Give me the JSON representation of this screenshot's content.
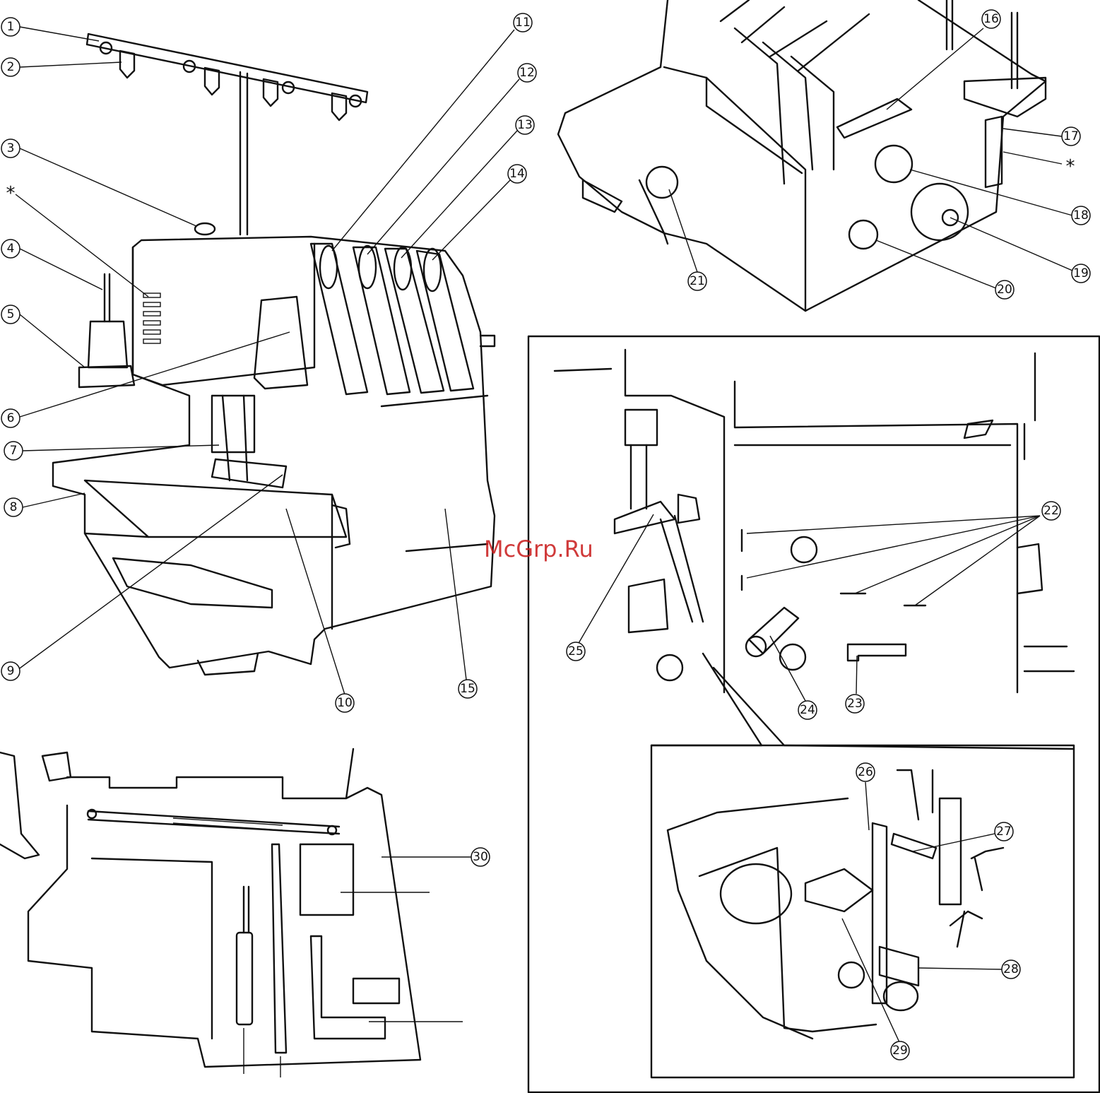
{
  "watermark": "McGrp.Ru",
  "asterisk": "*",
  "callouts": [
    {
      "id": "1",
      "label": "1"
    },
    {
      "id": "2",
      "label": "2"
    },
    {
      "id": "3",
      "label": "3"
    },
    {
      "id": "4",
      "label": "4"
    },
    {
      "id": "5",
      "label": "5"
    },
    {
      "id": "6",
      "label": "6"
    },
    {
      "id": "7",
      "label": "7"
    },
    {
      "id": "8",
      "label": "8"
    },
    {
      "id": "9",
      "label": "9"
    },
    {
      "id": "10",
      "label": "10"
    },
    {
      "id": "11",
      "label": "11"
    },
    {
      "id": "12",
      "label": "12"
    },
    {
      "id": "13",
      "label": "13"
    },
    {
      "id": "14",
      "label": "14"
    },
    {
      "id": "15",
      "label": "15"
    },
    {
      "id": "16",
      "label": "16"
    },
    {
      "id": "17",
      "label": "17"
    },
    {
      "id": "18",
      "label": "18"
    },
    {
      "id": "19",
      "label": "19"
    },
    {
      "id": "20",
      "label": "20"
    },
    {
      "id": "21",
      "label": "21"
    },
    {
      "id": "22",
      "label": "22"
    },
    {
      "id": "23",
      "label": "23"
    },
    {
      "id": "24",
      "label": "24"
    },
    {
      "id": "25",
      "label": "25"
    },
    {
      "id": "26",
      "label": "26"
    },
    {
      "id": "27",
      "label": "27"
    },
    {
      "id": "28",
      "label": "28"
    },
    {
      "id": "29",
      "label": "29"
    },
    {
      "id": "30",
      "label": "30"
    }
  ]
}
